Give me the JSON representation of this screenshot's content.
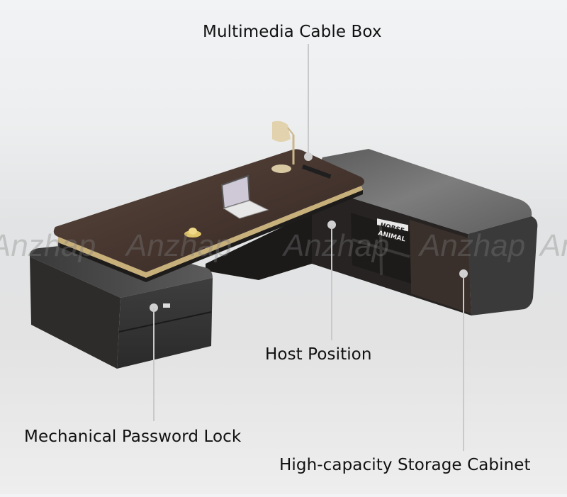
{
  "product": {
    "name": "L-shaped executive office desk",
    "shelf_book_text": [
      "HORSE",
      "ANIMAL"
    ]
  },
  "watermark": {
    "text": "Anzhap"
  },
  "callouts": [
    {
      "id": "cable-box",
      "label": "Multimedia Cable Box"
    },
    {
      "id": "host-position",
      "label": "Host Position"
    },
    {
      "id": "password-lock",
      "label": "Mechanical Password Lock"
    },
    {
      "id": "storage-cabinet",
      "label": "High-capacity Storage Cabinet"
    }
  ],
  "colors": {
    "background": "#e6e7e8",
    "wood_top": "#4a3a33",
    "cabinet_body": "#3a3a3a",
    "cabinet_top": "#6b6b6b",
    "gold_trim": "#c8b07a",
    "label_text": "#111111",
    "callout_line": "#c9c9c9"
  }
}
